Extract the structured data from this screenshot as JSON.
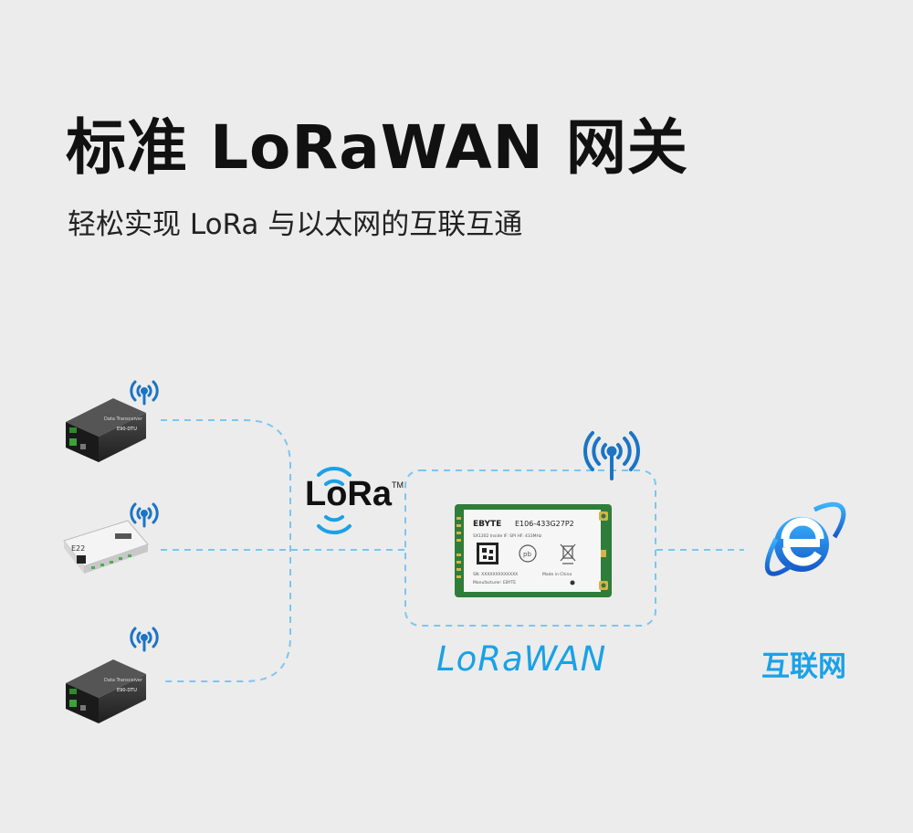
{
  "header": {
    "title": "标准 LoRaWAN 网关",
    "subtitle": "轻松实现 LoRa 与以太网的互联互通"
  },
  "diagram": {
    "lora_label": "LoRa",
    "lora_tm": "TM",
    "lorawan_label": "LoRaWAN",
    "internet_label": "互联网",
    "devices": [
      {
        "type": "dtu",
        "name_text": "E90-DTU",
        "caption": "Data Transceiver"
      },
      {
        "type": "module",
        "name_text": "E22"
      },
      {
        "type": "dtu",
        "name_text": "E90-DTU",
        "caption": "Data Transceiver"
      }
    ],
    "gateway_module": {
      "brand": "EBYTE",
      "model": "E106-433G27P2",
      "spec_line": "SX1302 Inside   IF: SPI   HF: 433MHz",
      "sn_line": "SN: XXXXXXXXXXXXX",
      "made_in": "Made in China",
      "manufacturer": "Manufacturer: EBYTE",
      "pb_mark": "pb"
    },
    "colors": {
      "accent": "#1aa1e6",
      "dashed_line": "#7cc6ee",
      "background": "#ececec",
      "pcb_green": "#2f7d3a",
      "ie_blue": "#1b6fd8"
    }
  }
}
